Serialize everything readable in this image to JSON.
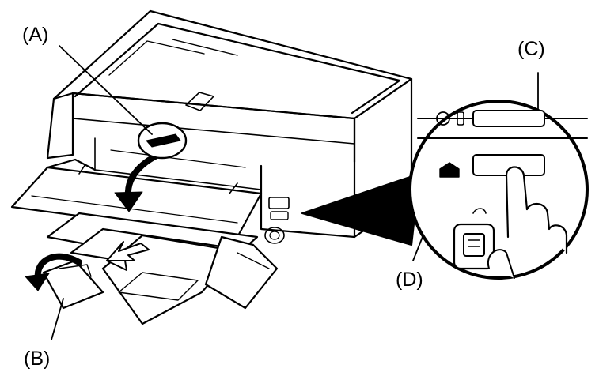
{
  "callouts": {
    "a": "(A)",
    "b": "(B)",
    "c": "(C)",
    "d": "(D)"
  },
  "colors": {
    "line": "#000000",
    "background": "#ffffff"
  }
}
